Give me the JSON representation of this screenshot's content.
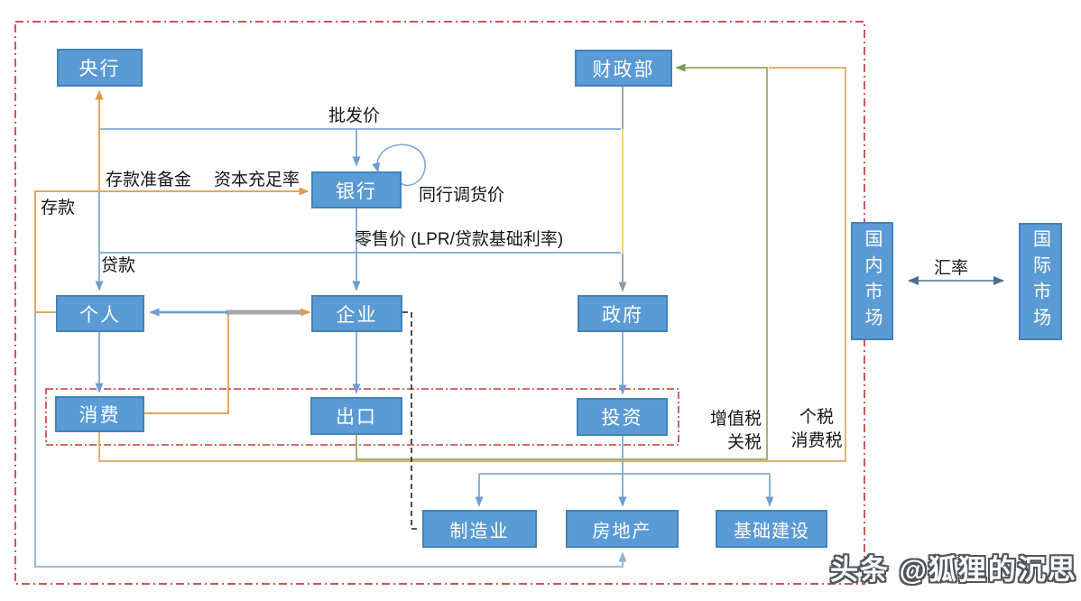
{
  "nodes": {
    "central_bank": "央行",
    "mof": "财政部",
    "bank": "银行",
    "individual": "个人",
    "enterprise": "企业",
    "government": "政府",
    "consumption": "消费",
    "export": "出口",
    "investment": "投资",
    "manufacturing": "制造业",
    "real_estate": "房地产",
    "infrastructure": "基础建设",
    "domestic_market": "国内市场",
    "international_market": "国际市场"
  },
  "edge_labels": {
    "wholesale_price": "批发价",
    "reserve_requirement": "存款准备金",
    "capital_adequacy": "资本充足率",
    "interbank_price": "同行调货价",
    "deposit": "存款",
    "retail_price": "零售价 (LPR/贷款基础利率)",
    "loan": "贷款",
    "vat": "增值税",
    "tariff": "关税",
    "income_tax": "个税",
    "consumption_tax": "消费税",
    "exchange_rate": "汇率"
  },
  "watermark": "头条 @狐狸的沉思",
  "colors": {
    "node_fill": "#5b9bd5",
    "node_border": "#4383bb",
    "line_blue": "#7fa8d6",
    "line_orange": "#e39a4b",
    "line_tan": "#d9a865",
    "line_green": "#8fa95c",
    "line_yellow": "#f2d671",
    "line_gray": "#8c9cad",
    "line_teal": "#8fb4c9",
    "thick_gray": "#a6a6a6",
    "dashed_red": "#c43c3c",
    "dashed_black": "#3a3a3a",
    "fx_arrow": "#4b6e91"
  }
}
